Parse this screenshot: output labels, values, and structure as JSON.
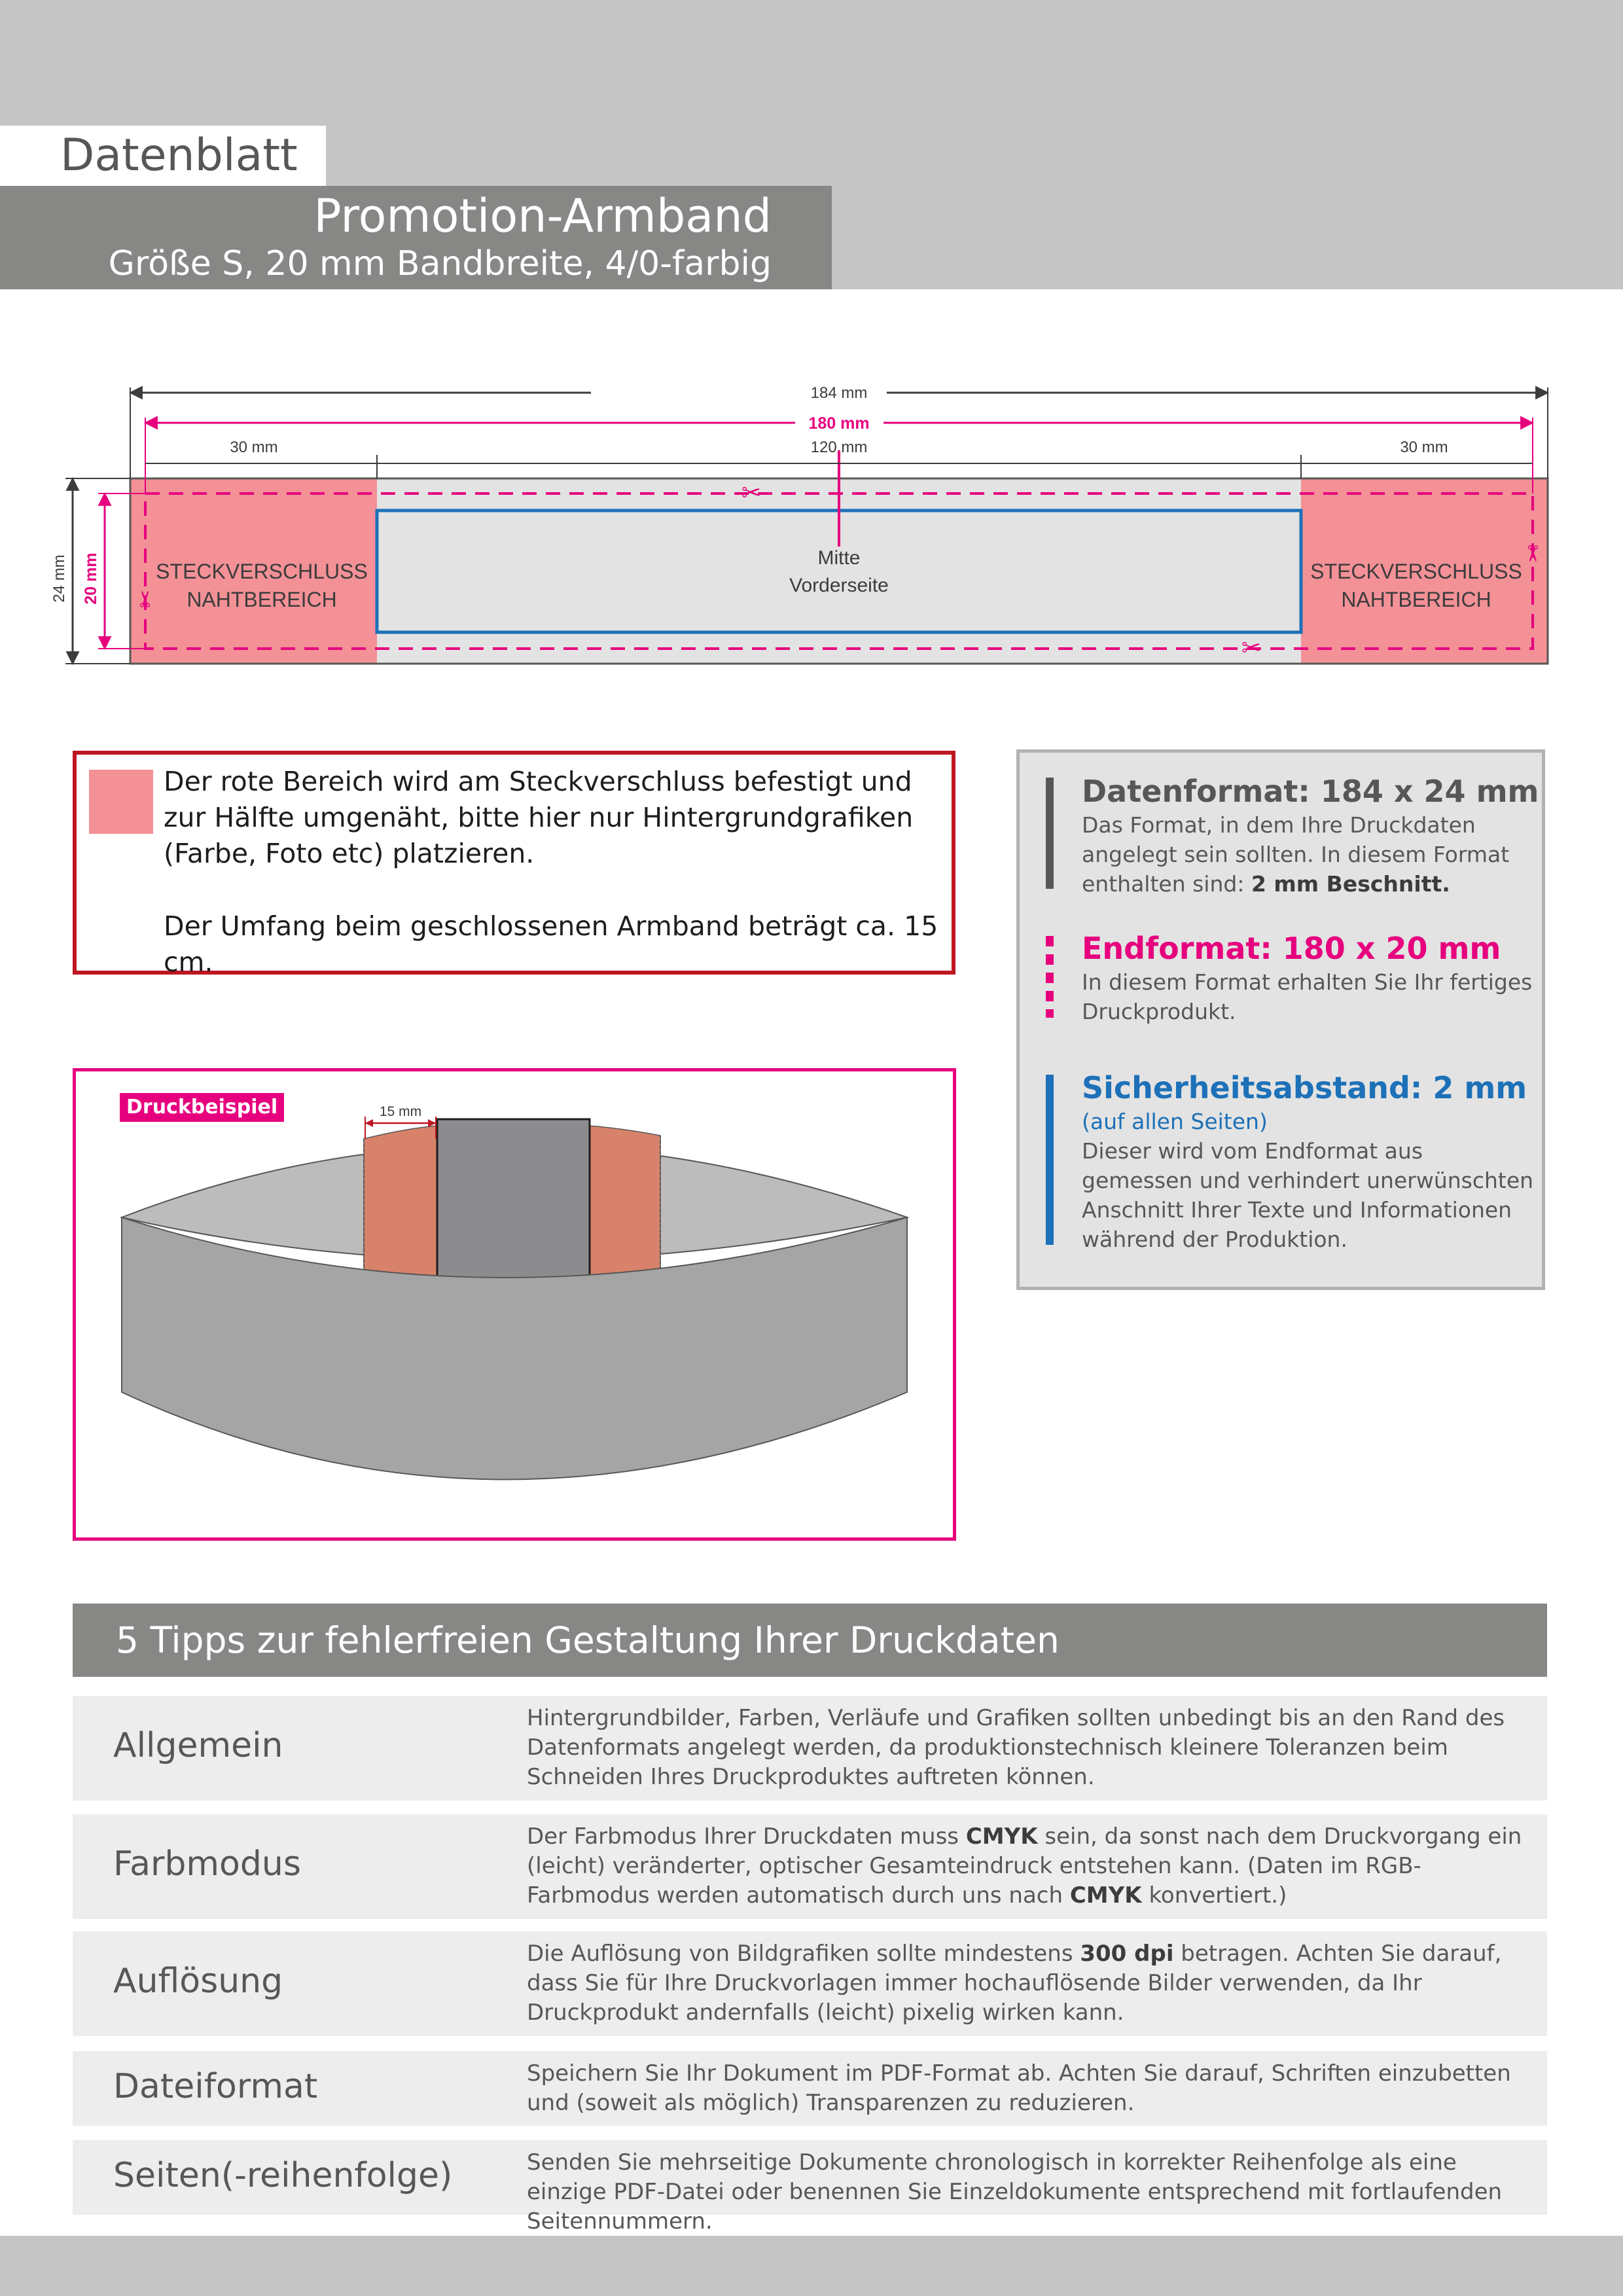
{
  "header": {
    "doc_type": "Datenblatt",
    "title": "Promotion-Armband",
    "subtitle": "Größe S, 20 mm Bandbreite, 4/0-farbig"
  },
  "diagram": {
    "dim_total_width": "184 mm",
    "dim_final_width": "180 mm",
    "dim_left_zone": "30 mm",
    "dim_center": "120 mm",
    "dim_right_zone": "30 mm",
    "dim_total_height": "24 mm",
    "dim_final_height": "20 mm",
    "left_zone_line1": "STECKVERSCHLUSS",
    "left_zone_line2": "NAHTBEREICH",
    "right_zone_line1": "STECKVERSCHLUSS",
    "right_zone_line2": "NAHTBEREICH",
    "center_line1": "Mitte",
    "center_line2": "Vorderseite"
  },
  "info": {
    "text1": "Der rote Bereich wird am Steckverschluss befestigt und zur Hälfte umgenäht, bitte hier nur Hintergrundgrafiken (Farbe, Foto etc) platzieren.",
    "text2": "Der Umfang beim geschlossenen Armband beträgt ca. 15 cm."
  },
  "example": {
    "badge": "Druckbeispiel",
    "dim_label": "15 mm"
  },
  "formats": {
    "datenformat_title": "Datenformat: 184 x 24 mm",
    "datenformat_text": "Das Format, in dem Ihre Druckdaten angelegt sein sollten. In diesem Format enthalten sind:",
    "datenformat_bold": "2 mm Beschnitt.",
    "endformat_title": "Endformat: 180 x 20 mm",
    "endformat_text": "In diesem Format erhalten Sie Ihr fertiges Druckprodukt.",
    "sicherheit_title": "Sicherheitsabstand: 2 mm",
    "sicherheit_sub": "(auf allen Seiten)",
    "sicherheit_text": "Dieser wird vom Endformat aus gemessen und verhindert unerwünschten Anschnitt Ihrer Texte und Informationen während der Produktion."
  },
  "tips": {
    "heading": "5 Tipps zur fehlerfreien Gestaltung Ihrer Druckdaten",
    "allgemein_label": "Allgemein",
    "allgemein_text": "Hintergrundbilder, Farben, Verläufe und Grafiken sollten unbedingt bis an den Rand des Datenformats angelegt werden, da produktionstechnisch kleinere Toleranzen beim Schneiden Ihres Druckproduktes auftreten können.",
    "farbmodus_label": "Farbmodus",
    "farbmodus_t1": "Der Farbmodus Ihrer Druckdaten muss",
    "farbmodus_b1": "CMYK",
    "farbmodus_t2": "sein, da sonst nach dem Druckvorgang ein (leicht) veränderter, optischer Gesamteindruck entstehen kann. (Daten im RGB-Farbmodus werden automatisch durch uns nach",
    "farbmodus_b2": "CMYK",
    "farbmodus_t3": "konvertiert.)",
    "aufloesung_label": "Auflösung",
    "aufloesung_t1": "Die Auflösung von Bildgrafiken sollte mindestens",
    "aufloesung_b1": "300 dpi",
    "aufloesung_t2": "betragen. Achten Sie darauf, dass Sie für Ihre Druckvorlagen immer hochauflösende Bilder verwenden, da Ihr Druckprodukt andernfalls (leicht) pixelig wirken kann.",
    "dateiformat_label": "Dateiformat",
    "dateiformat_text": "Speichern Sie Ihr Dokument im PDF-Format ab. Achten Sie darauf, Schriften einzubetten und (soweit als möglich) Transparenzen zu reduzieren.",
    "seiten_label": "Seiten(-reihenfolge)",
    "seiten_text": "Senden Sie mehrseitige Dokumente chronologisch in korrekter Reihenfolge als eine einzige PDF-Datei oder benennen Sie Einzeldokumente entsprechend mit fortlaufenden Seitennummern."
  },
  "colors": {
    "magenta": "#e6007e",
    "blue": "#1d71b8",
    "red": "#be1622",
    "pink_zone": "#f39197",
    "gray_header": "#878786"
  }
}
